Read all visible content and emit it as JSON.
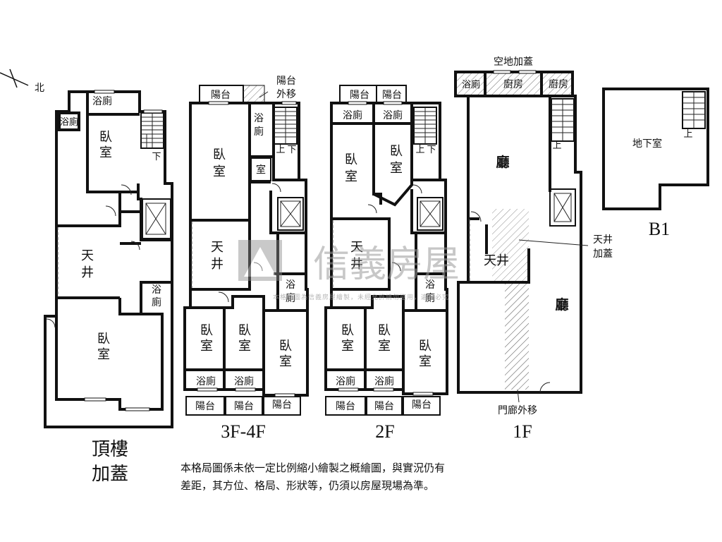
{
  "compass": {
    "north_label": "北"
  },
  "watermark": {
    "brand": "信義房屋",
    "notice": "本格局圖為信義房屋繪製，未經允許請勿盜用，違者必究"
  },
  "floors": {
    "rooftop": {
      "label_line1": "頂樓",
      "label_line2": "加蓋",
      "rooms": {
        "bath_top": "浴廁",
        "bath_left": "浴廁",
        "bedroom_top": "臥室",
        "stair_down": "下",
        "light_well": "天井",
        "bath_right": "浴廁",
        "bedroom_bottom": "臥室"
      }
    },
    "f3_4": {
      "label": "3F-4F",
      "rooms": {
        "balcony_top": "陽台",
        "balcony_moved": "陽台外移",
        "bath_top": "浴廁",
        "bedroom_big": "臥室",
        "small_room": "室",
        "stair_up": "上",
        "stair_down": "下",
        "light_well": "天井",
        "bath_mid": "浴廁",
        "bedroom_1": "臥室",
        "bedroom_2": "臥室",
        "bedroom_3": "臥室",
        "bath_bottom_1": "浴廁",
        "bath_bottom_2": "浴廁",
        "balcony_bottom_1": "陽台",
        "balcony_bottom_2": "陽台",
        "balcony_bottom_3": "陽台"
      }
    },
    "f2": {
      "label": "2F",
      "rooms": {
        "balcony_top_1": "陽台",
        "balcony_top_2": "陽台",
        "bath_top_1": "浴廁",
        "bath_top_2": "浴廁",
        "bedroom_top_1": "臥室",
        "bedroom_top_2": "臥室",
        "stair_up": "上",
        "stair_down": "下",
        "light_well": "天井",
        "bath_mid": "浴廁",
        "bedroom_1": "臥室",
        "bedroom_2": "臥室",
        "bedroom_3": "臥室",
        "bath_bottom_1": "浴廁",
        "bath_bottom_2": "浴廁",
        "balcony_bottom_1": "陽台",
        "balcony_bottom_2": "陽台",
        "balcony_bottom_3": "陽台"
      }
    },
    "f1": {
      "label": "1F",
      "top_note": "空地加蓋",
      "rooms": {
        "bath": "浴廁",
        "kitchen_1": "廚房",
        "kitchen_2": "廚房",
        "hall_top": "廳",
        "stair_up": "上",
        "light_well": "天井",
        "hall_bottom": "廳"
      },
      "annotation_well_line1": "天井",
      "annotation_well_line2": "加蓋",
      "annotation_porch": "門廊外移"
    },
    "b1": {
      "label": "B1",
      "rooms": {
        "basement": "地下室",
        "stair_up": "上"
      }
    }
  },
  "disclaimer": {
    "line1": "本格局圖係未依一定比例縮小繪製之概繪圖，與實況仍有",
    "line2": "差距，其方位、格局、形狀等，仍須以房屋現場為準。"
  }
}
